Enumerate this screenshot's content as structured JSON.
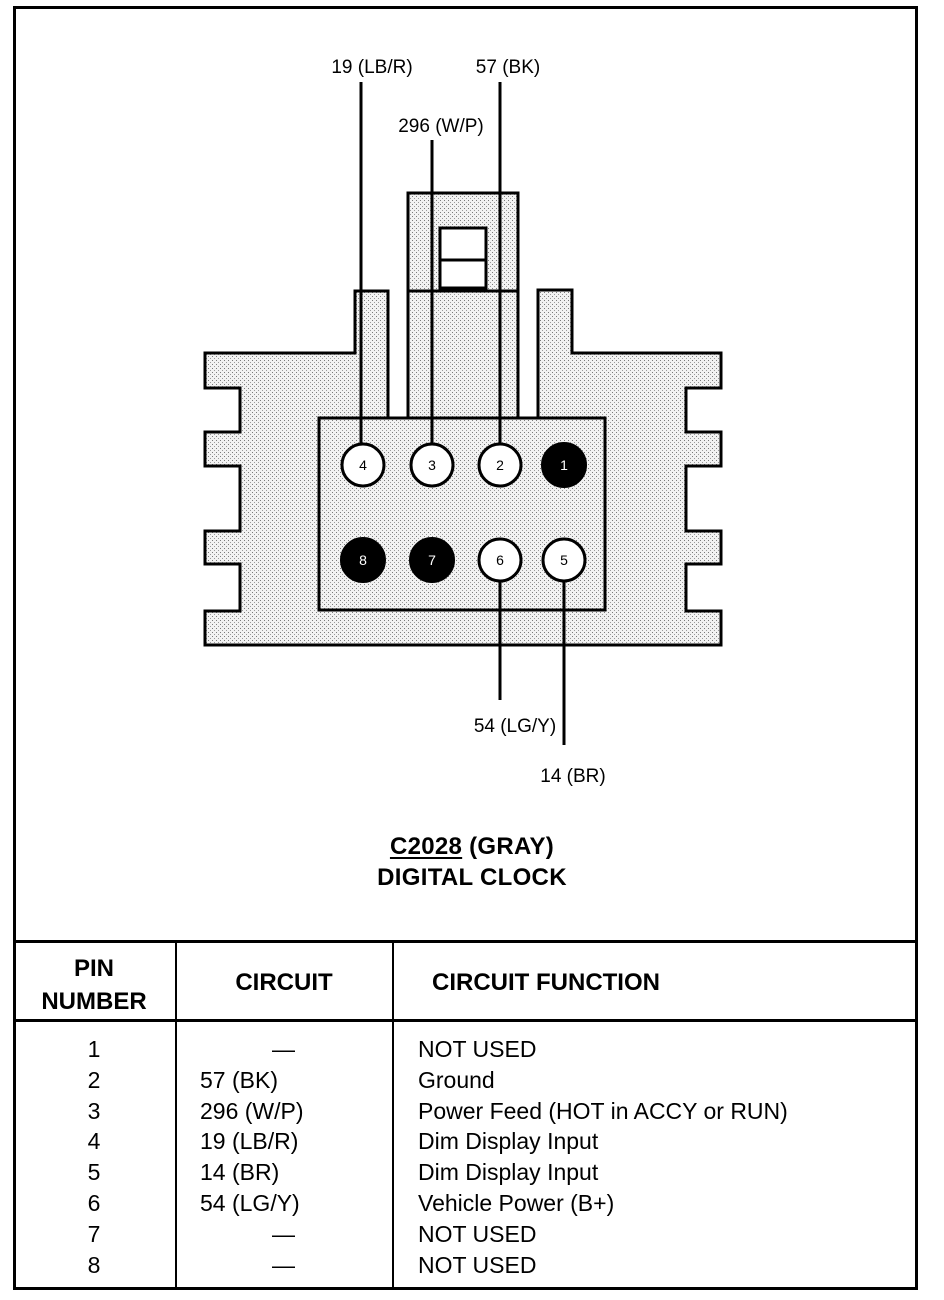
{
  "connector": {
    "id": "C2028",
    "color_label": "(GRAY)",
    "name": "DIGITAL CLOCK",
    "pins": [
      {
        "pin": "1",
        "used": false
      },
      {
        "pin": "2",
        "used": true,
        "wire": "57 (BK)"
      },
      {
        "pin": "3",
        "used": true,
        "wire": "296 (W/P)"
      },
      {
        "pin": "4",
        "used": true,
        "wire": "19 (LB/R)"
      },
      {
        "pin": "5",
        "used": true,
        "wire": "14 (BR)"
      },
      {
        "pin": "6",
        "used": true,
        "wire": "54 (LG/Y)"
      },
      {
        "pin": "7",
        "used": false
      },
      {
        "pin": "8",
        "used": false
      }
    ]
  },
  "table": {
    "headers": {
      "pin_line1": "PIN",
      "pin_line2": "NUMBER",
      "circuit": "CIRCUIT",
      "function": "CIRCUIT FUNCTION"
    },
    "rows": [
      {
        "pin": "1",
        "circuit": "—",
        "function": "NOT USED"
      },
      {
        "pin": "2",
        "circuit": "57 (BK)",
        "function": "Ground"
      },
      {
        "pin": "3",
        "circuit": "296 (W/P)",
        "function": "Power Feed (HOT in ACCY or RUN)"
      },
      {
        "pin": "4",
        "circuit": "19 (LB/R)",
        "function": "Dim Display Input"
      },
      {
        "pin": "5",
        "circuit": "14 (BR)",
        "function": "Dim Display Input"
      },
      {
        "pin": "6",
        "circuit": "54 (LG/Y)",
        "function": "Vehicle Power (B+)"
      },
      {
        "pin": "7",
        "circuit": "—",
        "function": "NOT USED"
      },
      {
        "pin": "8",
        "circuit": "—",
        "function": "NOT USED"
      }
    ]
  }
}
